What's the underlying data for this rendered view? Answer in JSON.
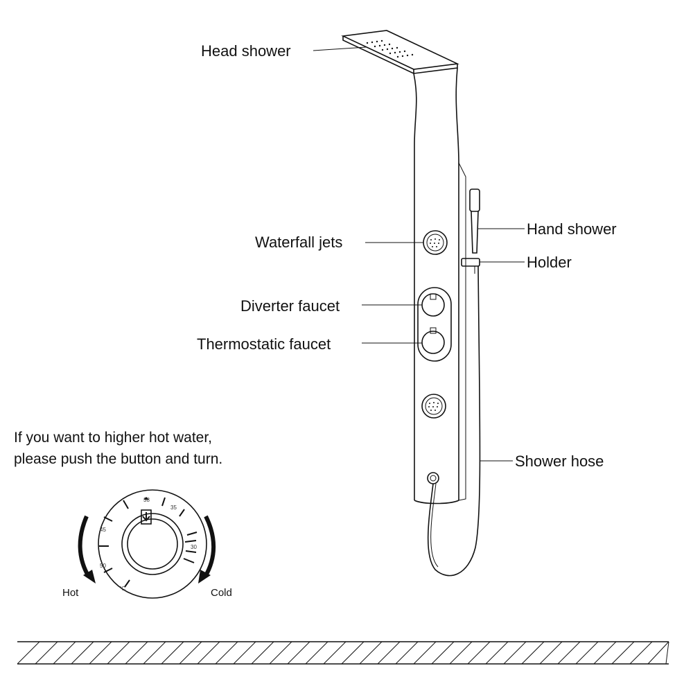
{
  "labels": {
    "head_shower": "Head shower",
    "waterfall_jets": "Waterfall jets",
    "hand_shower": "Hand shower",
    "holder": "Holder",
    "diverter_faucet": "Diverter faucet",
    "thermostatic_faucet": "Thermostatic faucet",
    "shower_hose": "Shower hose"
  },
  "instruction": {
    "line1": "If you want to higher hot water,",
    "line2": "please push the button and turn."
  },
  "dial": {
    "hot": "Hot",
    "cold": "Cold",
    "unit": "°C",
    "marks": [
      "38",
      "35",
      "30",
      "45",
      "50"
    ]
  }
}
